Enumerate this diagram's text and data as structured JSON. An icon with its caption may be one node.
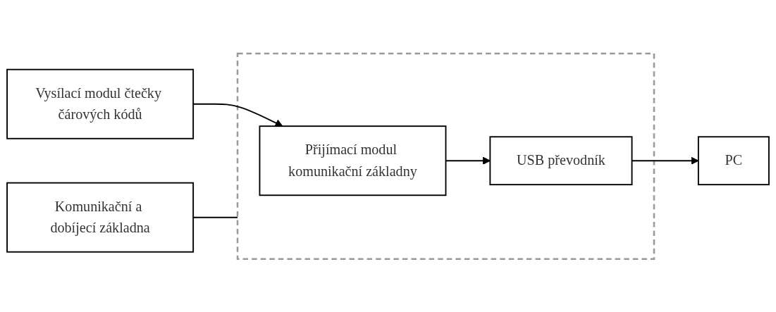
{
  "diagram": {
    "nodes": [
      {
        "text": [
          "Vysílací modul čtečky čárových kódů"
        ]
      },
      {
        "text": [],
        "shape": "box"
      },
      {
        "text": [
          "Přijímací modul komunikační základny"
        ],
        "in": 1
      },
      {
        "text": [
          "USB převodník"
        ],
        "in": 1
      },
      {
        "text": [
          "PC"
        ]
      },
      {
        "text": [
          "Komunikační a dobíjecí základna"
        ]
      }
    ],
    "edges": [
      {
        "from": 0,
        "to": 2,
        "arrow": "to"
      },
      {
        "from": 2,
        "to": 3,
        "arrow": "to"
      },
      {
        "from": 3,
        "to": 4,
        "arrow": "to"
      },
      {
        "from": 5,
        "to": 1,
        "arrow": "none"
      }
    ]
  }
}
